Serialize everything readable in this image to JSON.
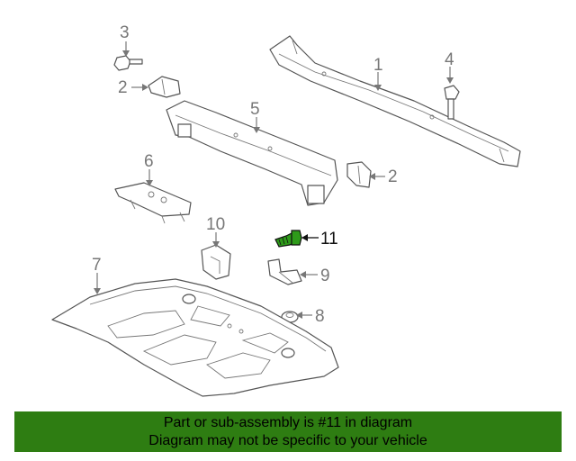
{
  "callouts": {
    "c1": "1",
    "c2a": "2",
    "c2b": "2",
    "c3": "3",
    "c4": "4",
    "c5": "5",
    "c6": "6",
    "c7": "7",
    "c8": "8",
    "c9": "9",
    "c10": "10",
    "c11": "11"
  },
  "footer": {
    "line1": "Part or sub-assembly is #11 in diagram",
    "line2": "Diagram may not be specific to your vehicle"
  },
  "colors": {
    "footer_bg": "#2e7d12",
    "highlight_part": "#2e9a1a",
    "line_gray": "#777777"
  }
}
